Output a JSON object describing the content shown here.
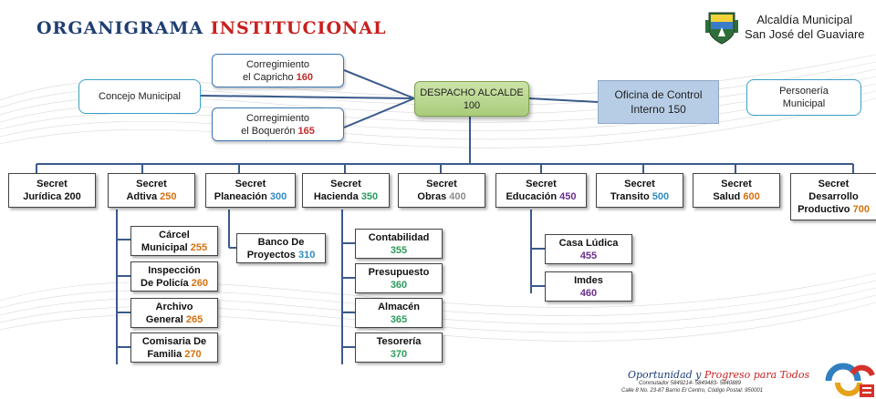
{
  "title": {
    "part1": "ORGANIGRAMA",
    "part2": "INSTITUCIONAL"
  },
  "entity": {
    "line1": "Alcaldía Municipal",
    "line2": "San José del Guaviare"
  },
  "top": {
    "concejo": "Concejo Municipal",
    "capricho": {
      "line1": "Corregimiento",
      "line2": "el Capricho",
      "code": "160"
    },
    "boqueron": {
      "line1": "Corregimiento",
      "line2": "el Boquerón",
      "code": "165"
    },
    "despacho": {
      "line1": "DESPACHO ALCALDE",
      "code": "100"
    },
    "control": {
      "line1": "Oficina de Control",
      "line2": "Interno 150"
    },
    "personeria": {
      "line1": "Personería",
      "line2": "Municipal"
    }
  },
  "secretarias": [
    {
      "line1": "Secret",
      "line2": "Jurídica 200",
      "code": ""
    },
    {
      "line1": "Secret",
      "line2": "Adtiva",
      "code": "250"
    },
    {
      "line1": "Secret",
      "line2": "Planeación",
      "code": "300"
    },
    {
      "line1": "Secret",
      "line2": "Hacienda",
      "code": "350"
    },
    {
      "line1": "Secret",
      "line2": "Obras",
      "code": "400"
    },
    {
      "line1": "Secret",
      "line2": "Educación",
      "code": "450"
    },
    {
      "line1": "Secret",
      "line2": "Transito",
      "code": "500"
    },
    {
      "line1": "Secret",
      "line2": "Salud",
      "code": "600"
    },
    {
      "line1": "Secret",
      "line2": "Desarrollo",
      "line3": "Productivo",
      "code": "700"
    }
  ],
  "adtiva_children": [
    {
      "line1": "Cárcel",
      "line2": "Municipal",
      "code": "255"
    },
    {
      "line1": "Inspección",
      "line2": "De Policía",
      "code": "260"
    },
    {
      "line1": "Archivo",
      "line2": "General",
      "code": "265"
    },
    {
      "line1": "Comisaria De",
      "line2": "Familia",
      "code": "270"
    }
  ],
  "planeacion_children": [
    {
      "line1": "Banco De",
      "line2": "Proyectos",
      "code": "310"
    }
  ],
  "hacienda_children": [
    {
      "line1": "Contabilidad",
      "code": "355"
    },
    {
      "line1": "Presupuesto",
      "code": "360"
    },
    {
      "line1": "Almacén",
      "code": "365"
    },
    {
      "line1": "Tesorería",
      "code": "370"
    }
  ],
  "educacion_children": [
    {
      "line1": "Casa Lúdica",
      "code": "455"
    },
    {
      "line1": "Imdes",
      "code": "460"
    }
  ],
  "footer": {
    "slogan1": "Oportunidad y",
    "slogan2": "Progreso para Todos",
    "contact1": "Conmutador  5849214- 5849483- 5840889",
    "contact2": "Calle 8 No. 23-87 Barrio El Centro, Código Postal: 950001"
  },
  "colors": {
    "title_blue": "#1f3e73",
    "title_red": "#c8201e",
    "connector": "#3a5a8c",
    "despacho_green": "#b5d38a",
    "control_blue": "#b7cde6"
  }
}
